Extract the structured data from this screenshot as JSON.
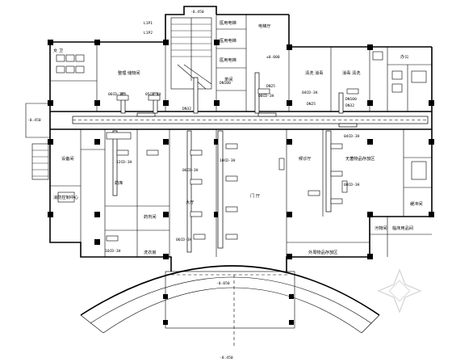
{
  "rooms": {
    "toilet": "女 卫",
    "storage": "整理 储物间",
    "elevator_1": "医用电梯",
    "elevator_2": "医用电梯",
    "elevator_3": "医用电梯",
    "elevator_hall": "电梯厅",
    "pantry": "茶间",
    "wash_1": "清洗 消毒",
    "wash_2": "消毒 清洗",
    "office": "办公",
    "power": "设备间",
    "fire_control": "消防控制中心",
    "medicine": "药库",
    "dispensary": "药剂间",
    "hall_left": "大厅",
    "hall_center": "门 厅",
    "waiting": "候诊厅",
    "supply": "无菌物品存放区",
    "sterile": "缓冲间",
    "disposal": "污物间",
    "temp": "临床用品间",
    "corridor": "洗衣房",
    "bottom_corridor": "外周物品存放区"
  },
  "levels": {
    "top": "-0.450",
    "top2": "±0.000",
    "left": "-0.450",
    "bottom": "-0.050",
    "bottom2": "-0.450"
  },
  "tags": {
    "l1": "L1P1",
    "l2": "L1P2",
    "d1": "06CD-3H",
    "d2": "05CD-3H",
    "d3": "08CD-3H",
    "d4": "04CD-3H",
    "d5": "12CD-3H",
    "d6": "06CD-3H",
    "d7": "10CD-3H",
    "d8": "06CD-3H",
    "d9": "16CD-3H",
    "d10": "04CD-3H",
    "d11": "08CD-3H",
    "s1": "DN100",
    "s2": "DN32",
    "s3": "DN100",
    "s4": "DN32",
    "s5": "DN25",
    "s6": "DN25"
  }
}
